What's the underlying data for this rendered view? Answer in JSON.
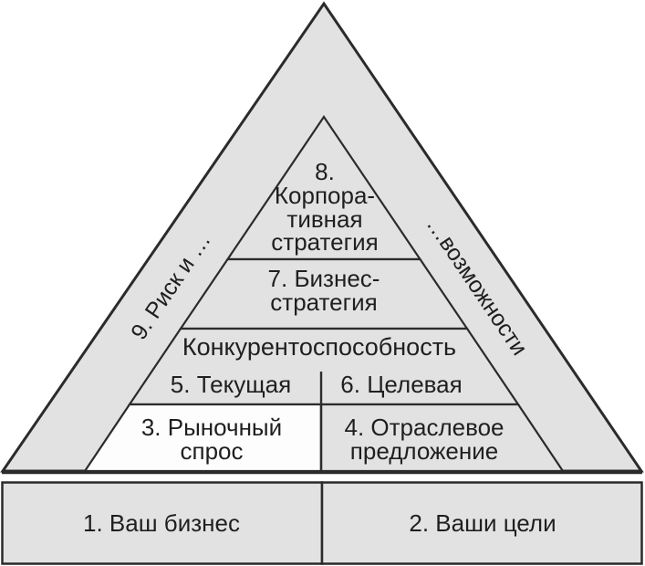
{
  "colors": {
    "fill": "#e2e2e2",
    "fill_highlight": "#fdfdfd",
    "stroke": "#2b2b2b",
    "text": "#1f1f1f",
    "background": "#ffffff"
  },
  "pyramid": {
    "level8": {
      "lines": [
        "8.",
        "Корпора-",
        "тивная",
        "стратегия"
      ]
    },
    "level7": {
      "lines": [
        "7. Бизнес-",
        "стратегия"
      ]
    },
    "competitiveness": {
      "label": "Конкурентоспособность"
    },
    "level5": {
      "label": "5. Текущая"
    },
    "level6": {
      "label": "6. Целевая"
    },
    "level3": {
      "lines": [
        "3. Рыночный",
        "спрос"
      ]
    },
    "level4": {
      "lines": [
        "4. Отраслевое",
        "предложение"
      ]
    },
    "edge_left": {
      "label": "9. Риск и …"
    },
    "edge_right": {
      "label": "…возможности"
    }
  },
  "foundation": {
    "box1": {
      "label": "1. Ваш бизнес"
    },
    "box2": {
      "label": "2. Ваши цели"
    }
  }
}
